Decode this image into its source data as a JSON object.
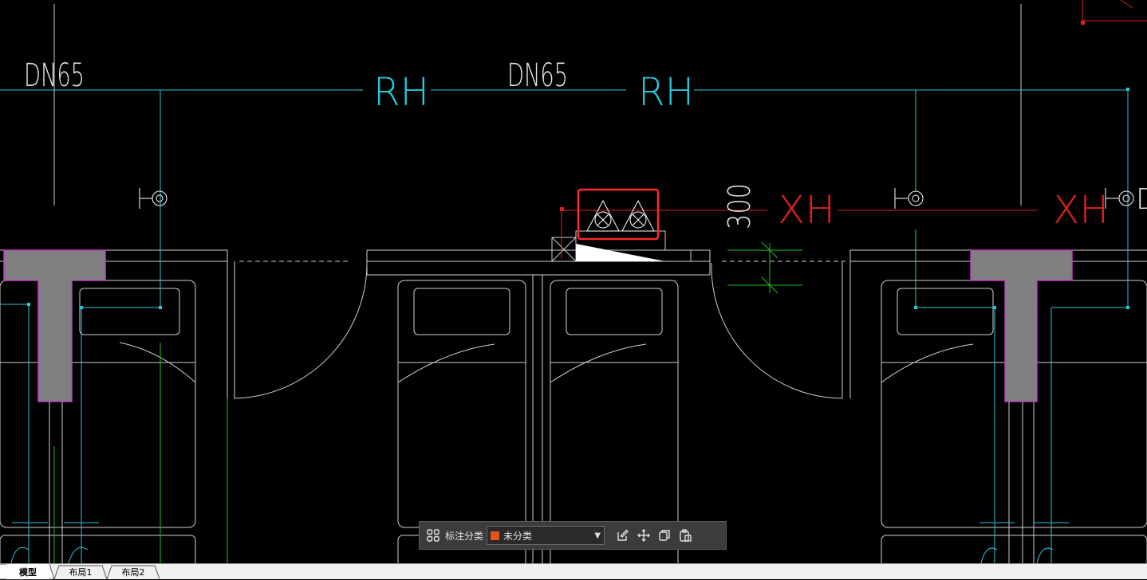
{
  "drawing": {
    "labels": {
      "dn65_left": "DN65",
      "dn65_mid": "DN65",
      "rh_1": "RH",
      "rh_2": "RH",
      "xh_1": "XH",
      "xh_2": "XH",
      "dim_300": "300"
    },
    "colors": {
      "background": "#000000",
      "cyan": "#27c9dc",
      "red": "#e02020",
      "white": "#d8d8d8",
      "green": "#20c020",
      "magenta": "#c040c0",
      "gray_fill": "#808080",
      "highlight": "#ff2a2a"
    }
  },
  "annotation_toolbar": {
    "grid_icon": "grid-icon",
    "category_label": "标注分类",
    "category_value": "未分类",
    "category_color": "#e0561a",
    "tools": [
      "edit-icon",
      "move-icon",
      "copy-icon",
      "paste-icon"
    ]
  },
  "layout_tabs": [
    "模型",
    "布局1",
    "布局2"
  ]
}
